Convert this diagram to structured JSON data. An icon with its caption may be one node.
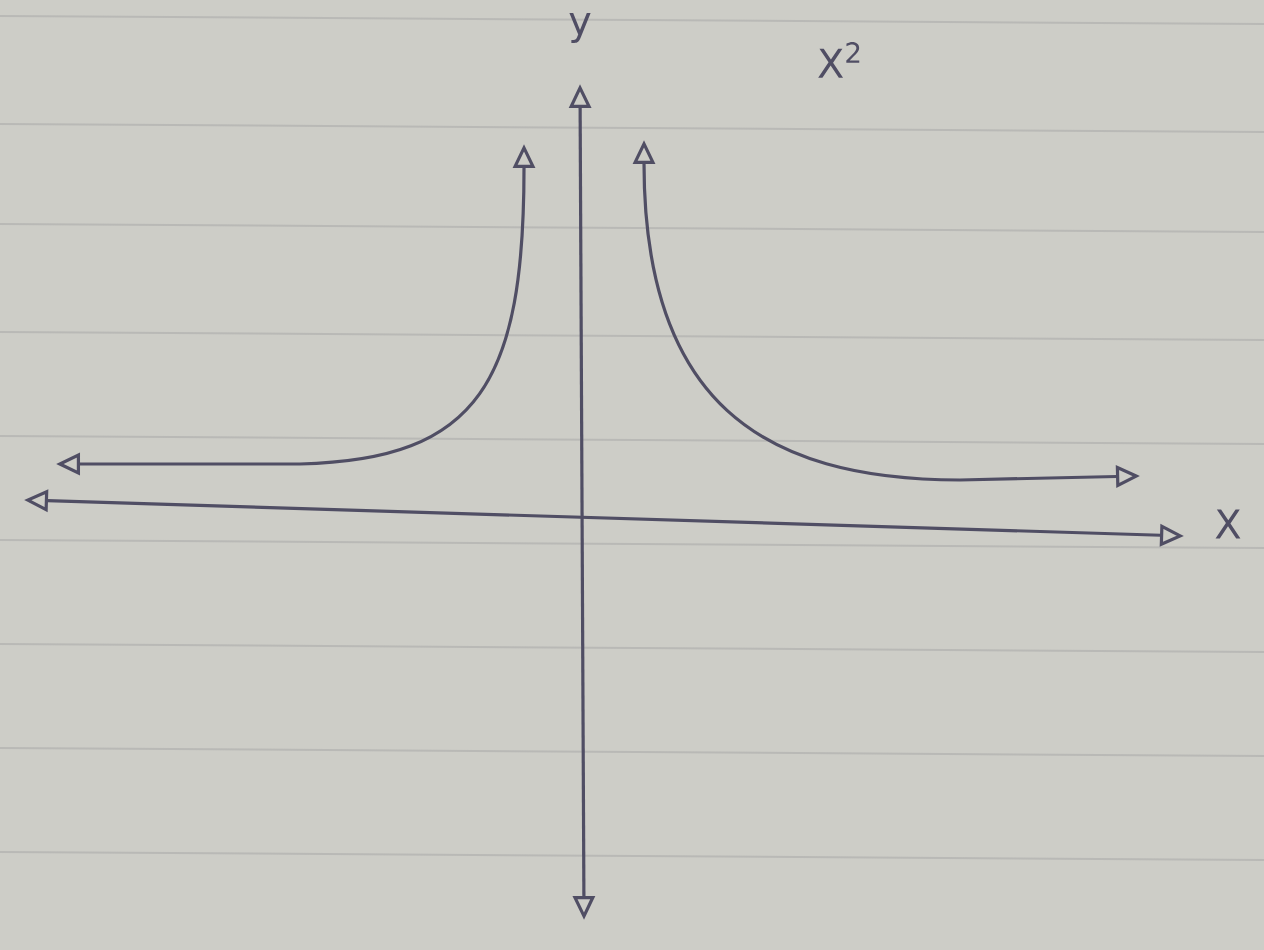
{
  "diagram": {
    "labels": [
      "y",
      "X$^{2}$",
      "X"
    ]
  }
}
